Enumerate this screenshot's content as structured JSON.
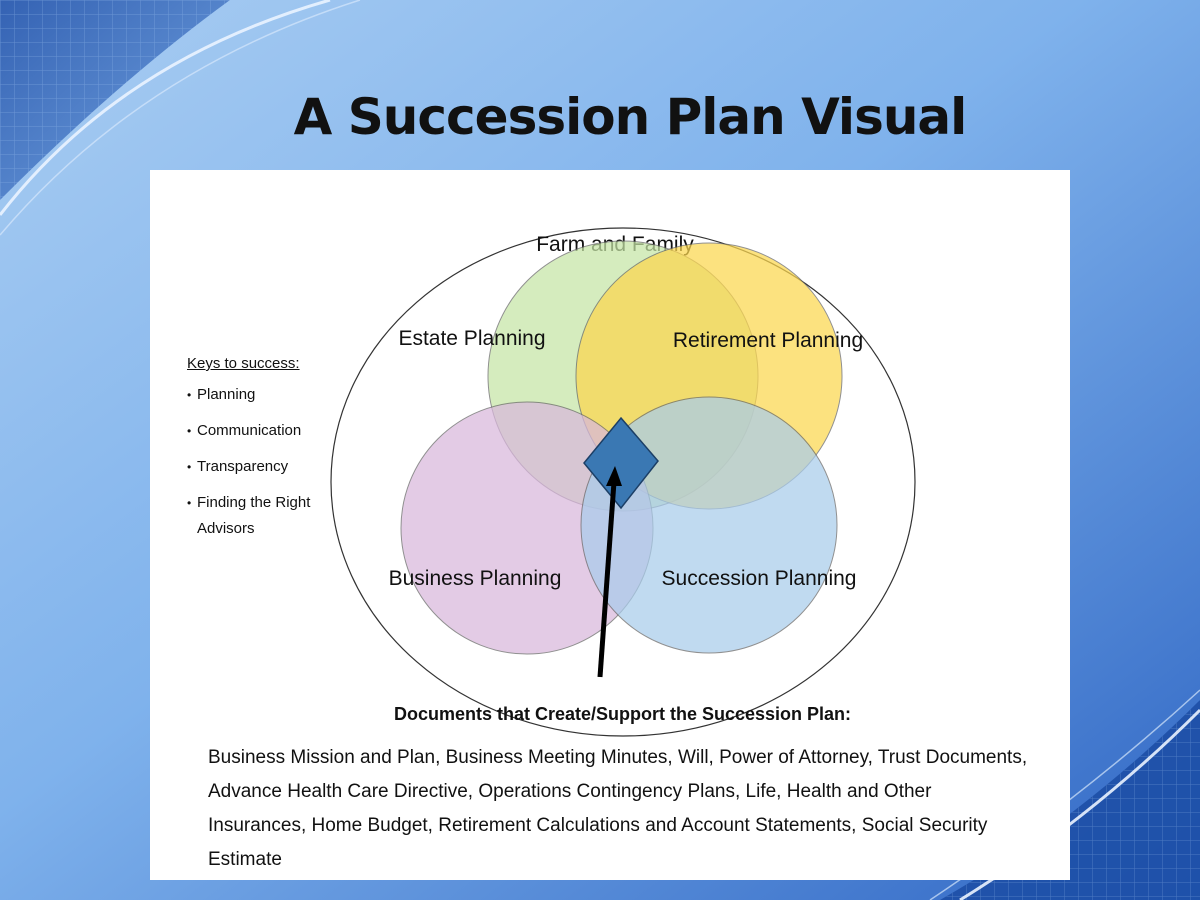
{
  "slide": {
    "title": "A Succession Plan Visual"
  },
  "diagram": {
    "outer_label": "Farm and Family",
    "circles": [
      {
        "label": "Estate Planning",
        "fill": "#c6e6a6"
      },
      {
        "label": "Retirement Planning",
        "fill": "#fcd74e"
      },
      {
        "label": "Business Planning",
        "fill": "#d9b8dc"
      },
      {
        "label": "Succession Planning",
        "fill": "#a9cceb"
      }
    ],
    "center_diamond_color": "#3a78b3",
    "arrow_color": "#000000"
  },
  "keys": {
    "title": "Keys to success:",
    "items": [
      "Planning",
      "Communication",
      "Transparency",
      "Finding the Right Advisors"
    ]
  },
  "documents": {
    "heading": "Documents that Create/Support the Succession Plan:",
    "text": "Business Mission and Plan, Business Meeting Minutes, Will, Power of Attorney, Trust Documents,  Advance Health Care Directive,  Operations Contingency Plans, Life, Health and Other Insurances, Home Budget, Retirement Calculations and Account Statements, Social Security Estimate"
  },
  "colors": {
    "background_light": "#a9cdf2",
    "background_dark": "#2f66c4",
    "panel": "#ffffff"
  }
}
